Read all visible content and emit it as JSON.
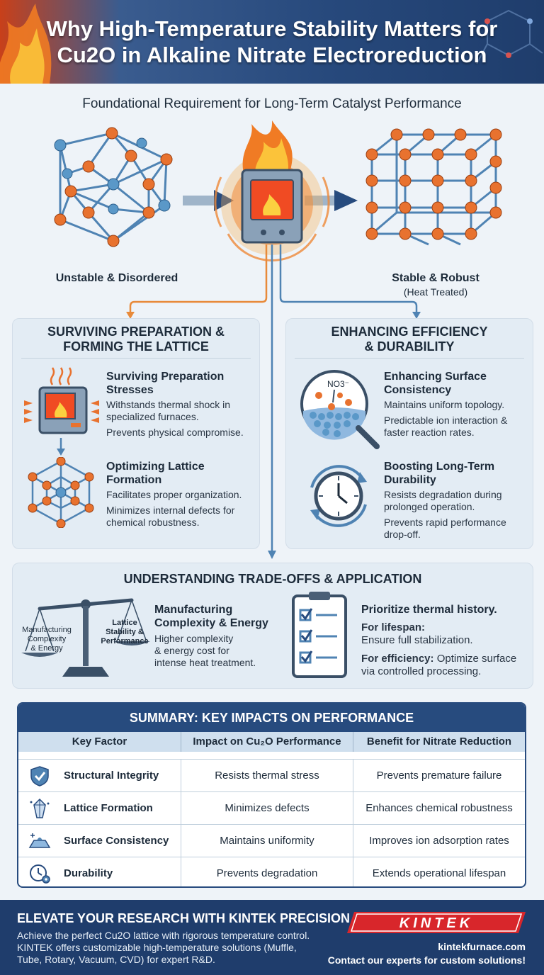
{
  "header": {
    "title_line1": "Why High-Temperature Stability Matters for",
    "title_line2": "Cu2O in Alkaline Nitrate Electroreduction"
  },
  "subtitle": "Foundational Requirement for Long-Term Catalyst Performance",
  "diagram": {
    "left_caption": "Unstable & Disordered",
    "right_caption": "Stable & Robust",
    "right_subcaption": "(Heat Treated)"
  },
  "panel_left": {
    "title_line1": "SURVIVING PREPARATION &",
    "title_line2": "FORMING THE LATTICE",
    "items": [
      {
        "title_line1": "Surviving Preparation",
        "title_line2": "Stresses",
        "text": [
          "Withstands thermal shock in",
          "specialized furnaces.",
          "Prevents physical compromise."
        ]
      },
      {
        "title_line1": "Optimizing Lattice",
        "title_line2": "Formation",
        "text": [
          "Facilitates proper organization.",
          "Minimizes internal defects for",
          "chemical robustness."
        ]
      }
    ]
  },
  "panel_right": {
    "title_line1": "ENHANCING EFFICIENCY",
    "title_line2": "& DURABILITY",
    "icon_label": "NO3⁻",
    "items": [
      {
        "title_line1": "Enhancing Surface",
        "title_line2": "Consistency",
        "text": [
          "Maintains uniform topology.",
          "Predictable ion interaction &",
          "faster reaction rates."
        ]
      },
      {
        "title_line1": "Boosting Long-Term",
        "title_line2": "Durability",
        "text": [
          "Resists degradation during",
          "prolonged operation.",
          "Prevents rapid performance",
          "drop-off."
        ]
      }
    ]
  },
  "tradeoffs": {
    "title": "UNDERSTANDING TRADE-OFFS & APPLICATION",
    "scale_left": [
      "Manufacturing",
      "Complexity",
      "& Energy"
    ],
    "scale_right": [
      "Lattice",
      "Stability &",
      "Performance"
    ],
    "cost_title_line1": "Manufacturing",
    "cost_title_line2": "Complexity & Energy",
    "cost_text": [
      "Higher complexity",
      "& energy cost for",
      "intense heat treatment."
    ],
    "priority_title": "Prioritize thermal history.",
    "lifespan_label": "For lifespan:",
    "lifespan_text": "Ensure full stabilization.",
    "efficiency_label": "For efficiency:",
    "efficiency_text_1": "Optimize surface",
    "efficiency_text_2": "via controlled processing."
  },
  "summary": {
    "title": "SUMMARY: KEY IMPACTS ON PERFORMANCE",
    "columns": [
      "Key Factor",
      "Impact on Cu₂O Performance",
      "Benefit for Nitrate Reduction"
    ],
    "rows": [
      {
        "factor": "Structural Integrity",
        "impact": "Resists thermal stress",
        "benefit": "Prevents premature failure",
        "icon": "shield-check-icon"
      },
      {
        "factor": "Lattice Formation",
        "impact": "Minimizes defects",
        "benefit": "Enhances chemical robustness",
        "icon": "crystal-icon"
      },
      {
        "factor": "Surface Consistency",
        "impact": "Maintains uniformity",
        "benefit": "Improves ion adsorption rates",
        "icon": "surface-icon"
      },
      {
        "factor": "Durability",
        "impact": "Prevents degradation",
        "benefit": "Extends operational lifespan",
        "icon": "clock-gear-icon"
      }
    ]
  },
  "footer": {
    "title": "ELEVATE YOUR RESEARCH WITH KINTEK PRECISION",
    "text_lines": [
      "Achieve the perfect Cu2O lattice with rigorous temperature control.",
      "KINTEK offers customizable high-temperature solutions (Muffle,",
      "Tube, Rotary, Vacuum, CVD) for expert R&D."
    ],
    "logo": "KINTEK",
    "url": "kintekfurnace.com",
    "cta": "Contact our experts for custom solutions!"
  },
  "colors": {
    "navy": "#274b7e",
    "orange": "#e8722f",
    "steel_blue": "#4f83b3",
    "panel": "#e3ecf4"
  }
}
